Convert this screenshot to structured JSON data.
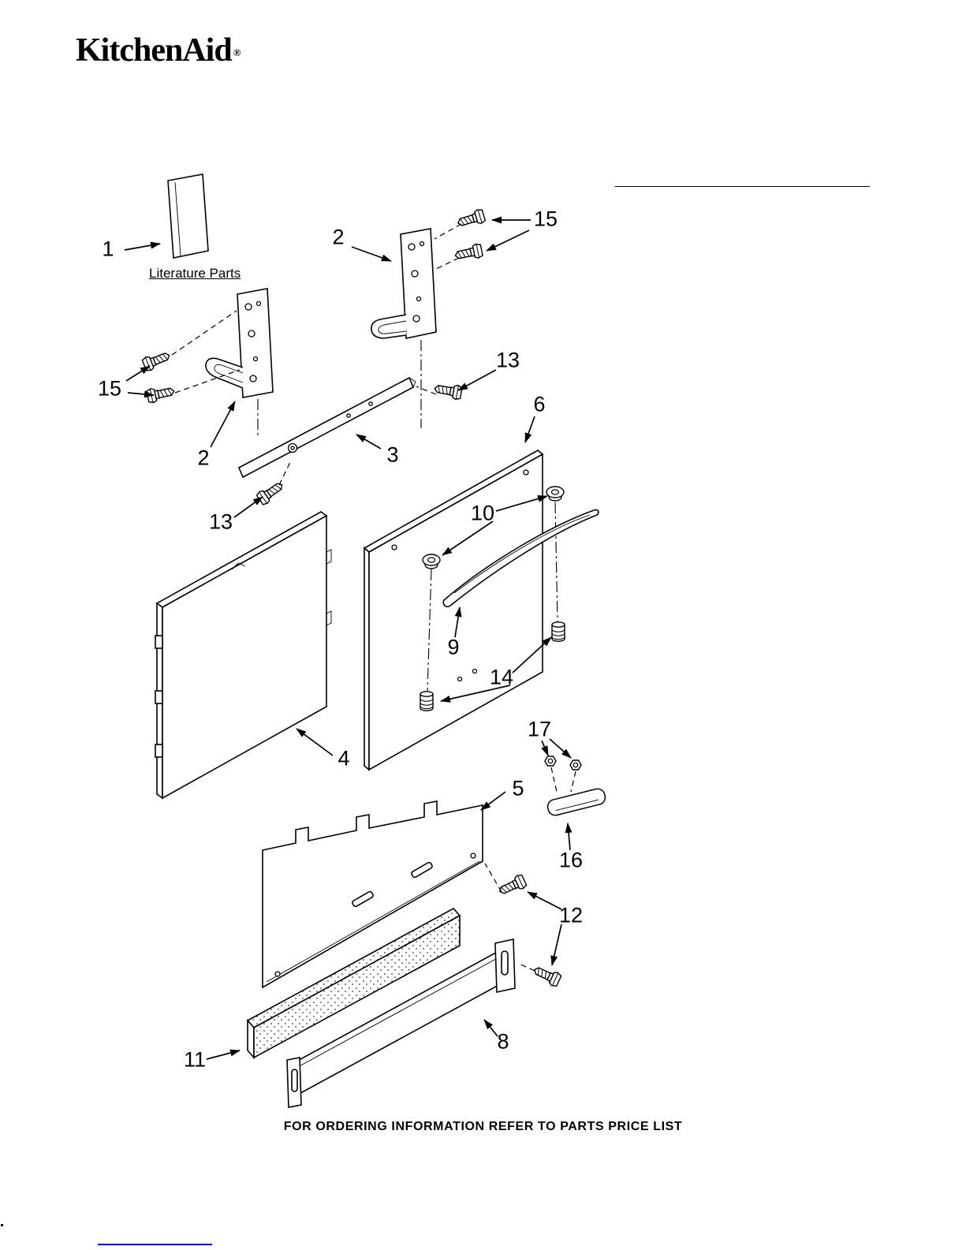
{
  "brand": {
    "name": "KitchenAid",
    "registered_mark": "®"
  },
  "labels": {
    "literature_parts": "Literature Parts",
    "footer_note": "FOR ORDERING INFORMATION REFER TO PARTS PRICE LIST"
  },
  "callouts": {
    "c1": "1",
    "c2_top": "2",
    "c2_left": "2",
    "c15_top": "15",
    "c15_left": "15",
    "c13_top": "13",
    "c13_bottom": "13",
    "c3": "3",
    "c4": "4",
    "c5": "5",
    "c6": "6",
    "c8": "8",
    "c9": "9",
    "c10": "10",
    "c11": "11",
    "c12": "12",
    "c14": "14",
    "c16": "16",
    "c17": "17"
  },
  "colors": {
    "ink": "#000000",
    "paper": "#ffffff",
    "link_line": "#0000bb"
  }
}
